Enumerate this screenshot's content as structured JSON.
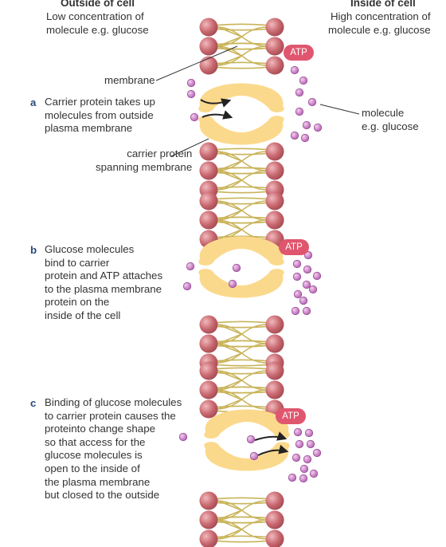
{
  "outside": {
    "title": "Outside of cell",
    "desc": "Low concentration of\nmolecule e.g. glucose"
  },
  "inside": {
    "title": "Inside of cell",
    "desc": "High concentration of\nmolecule e.g. glucose"
  },
  "labels": {
    "membrane": "membrane",
    "carrier": "carrier protein\nspanning membrane",
    "molecule": "molecule\ne.g. glucose",
    "atp": "ATP"
  },
  "steps": [
    {
      "letter": "a",
      "text": "Carrier protein takes up\nmolecules from outside\nplasma membrane"
    },
    {
      "letter": "b",
      "text": "Glucose molecules\nbind to carrier\nprotein and ATP attaches\nto the plasma membrane\nprotein on the\ninside of the cell"
    },
    {
      "letter": "c",
      "text": "Binding of glucose molecules\nto carrier protein causes the\nproteinto change shape\nso that access for the\nglucose molecules is\nopen to the inside of\nthe plasma membrane\nbut closed to the outside"
    }
  ],
  "colors": {
    "head": "#c8676e",
    "protein": "#fbd98c",
    "molecule": "#c576c3",
    "atp": "#e0566e"
  }
}
